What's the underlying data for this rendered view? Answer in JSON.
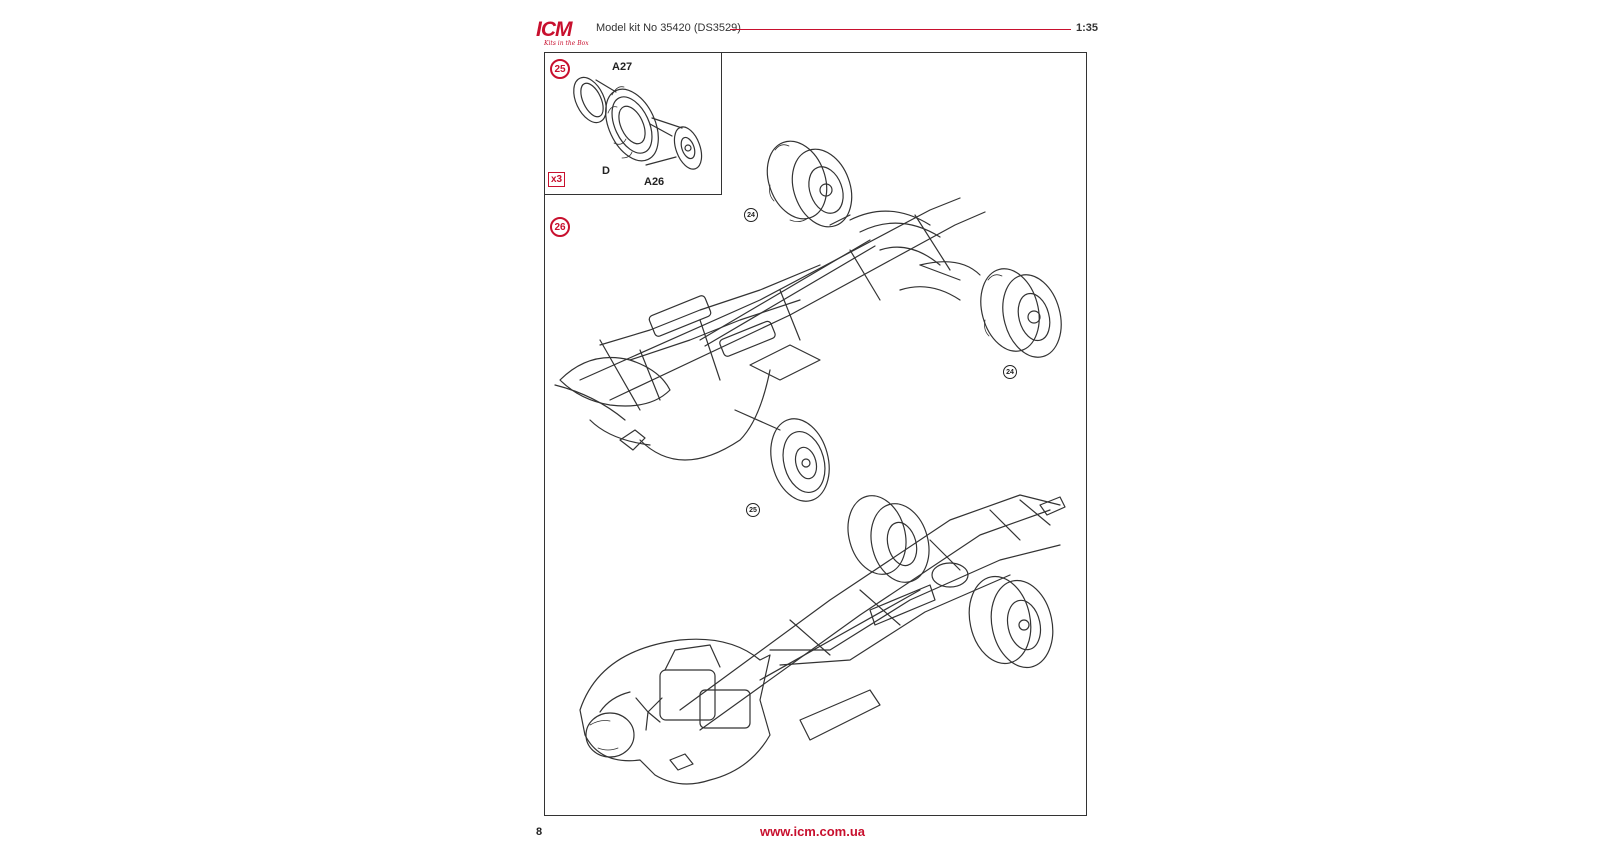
{
  "header": {
    "logo_text": "ICM",
    "logo_tagline": "Kits in the Box",
    "model_title": "Model kit No 35420 (DS3529)",
    "scale": "1:35"
  },
  "step25": {
    "number": "25",
    "quantity": "x3",
    "parts": {
      "a27": "A27",
      "d": "D",
      "a26": "A26"
    }
  },
  "step26": {
    "number": "26",
    "sub_refs": [
      "24",
      "24",
      "25"
    ]
  },
  "footer": {
    "page_number": "8",
    "website": "www.icm.com.ua"
  },
  "colors": {
    "brand_red": "#c8102e",
    "line": "#333333"
  }
}
